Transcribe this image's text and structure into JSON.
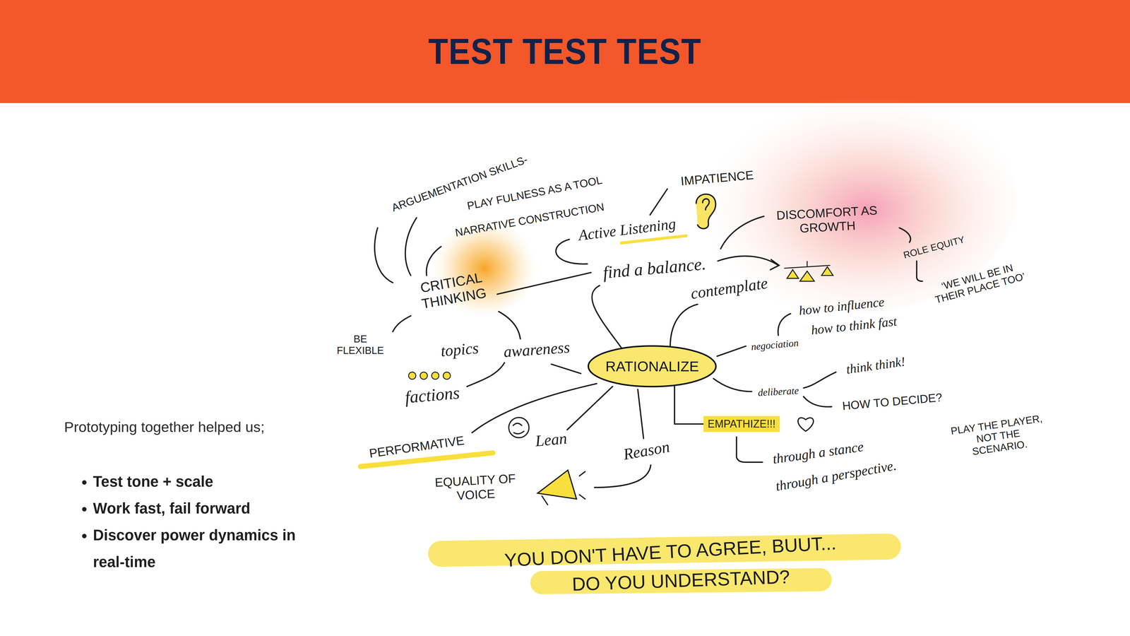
{
  "diagram": {
    "title": "TEST TEST TEST",
    "nodes": [
      {
        "text": [
          "RATIONALIZE"
        ]
      },
      {
        "text": [
          "EMPATHIZE!!!"
        ]
      }
    ],
    "edges": [
      {
        "from": 0,
        "to": 1,
        "arrow": "none"
      }
    ],
    "labels": [
      "Prototyping together helped us;",
      "Test tone + scale",
      "Work fast, fail forward",
      "Discover power dynamics in real-time",
      "ARGUEMENTATION SKILLS-",
      "PLAY FULNESS AS A TOOL",
      "NARRATIVE CONSTRUCTION",
      "IMPATIENCE",
      "Active Listening",
      "DISCOMFORT AS GROWTH",
      "ROLE EQUITY",
      "‘WE WILL BE IN THEIR PLACE TOO’",
      "find a balance.",
      "CRITICAL THINKING",
      "contemplate",
      "how to influence",
      "how to think fast",
      "BE FLEXIBLE",
      "topics",
      "awareness",
      "negociation",
      "factions",
      "think think!",
      "deliberate",
      "HOW TO DECIDE?",
      "PLAY THE PLAYER, NOT THE SCENARIO.",
      "through a stance",
      "through a perspective.",
      "Lean",
      "PERFORMATIVE",
      "Reason",
      "EQUALITY OF VOICE",
      "YOU DON'T HAVE TO AGREE, BUUT...",
      "DO YOU UNDERSTAND?"
    ]
  }
}
